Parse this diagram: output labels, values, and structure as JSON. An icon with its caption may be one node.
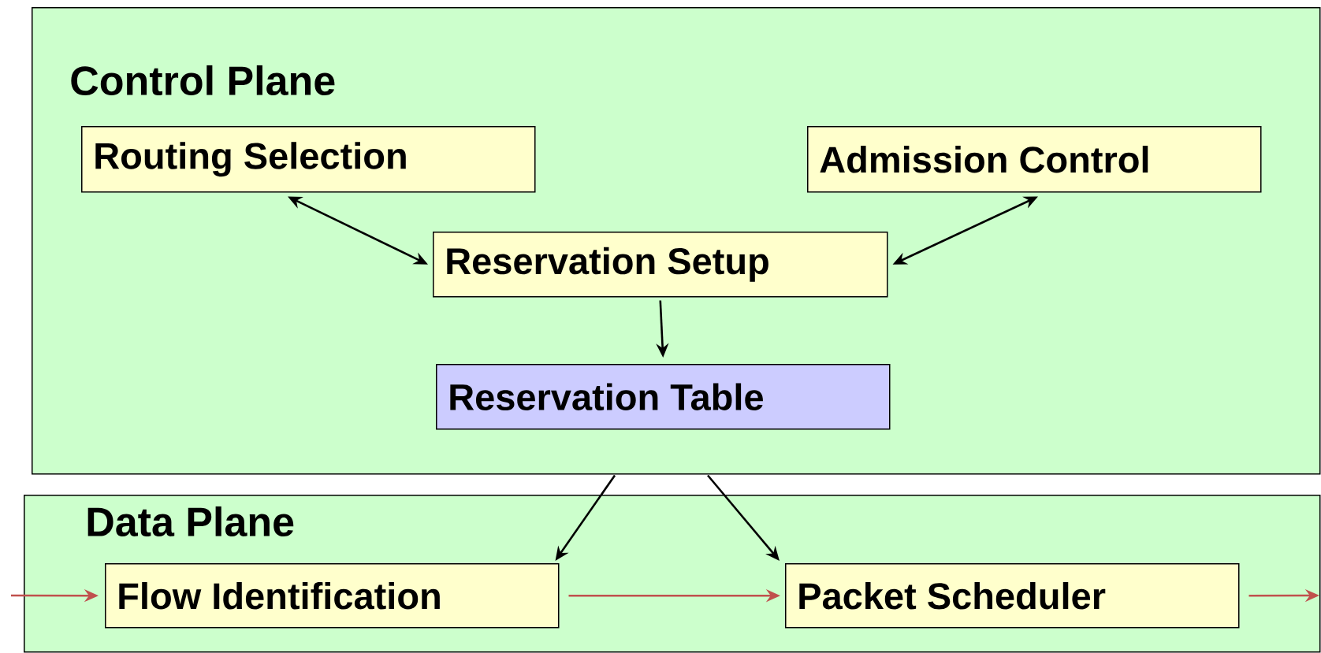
{
  "diagram": {
    "nodes": [
      {
        "text": [
          "Control Plane"
        ]
      },
      {
        "text": [
          "Routing Selection"
        ],
        "in": 0
      },
      {
        "text": [
          "Admission Control"
        ],
        "in": 0
      },
      {
        "text": [
          "Reservation Setup"
        ],
        "in": 0
      },
      {
        "text": [
          "Reservation Table"
        ],
        "in": 0
      },
      {
        "text": [
          "Data Plane"
        ]
      },
      {
        "text": [
          "Flow Identification"
        ],
        "in": 5
      },
      {
        "text": [
          "Packet Scheduler"
        ],
        "in": 5
      }
    ],
    "edges": [
      {
        "from": 1,
        "to": 3,
        "arrow": "both"
      },
      {
        "from": 2,
        "to": 3,
        "arrow": "both"
      },
      {
        "from": 3,
        "to": 4,
        "arrow": "to"
      },
      {
        "from": 0,
        "to": 6,
        "arrow": "to"
      },
      {
        "from": 0,
        "to": 7,
        "arrow": "to"
      },
      {
        "from": null,
        "to": 6,
        "arrow": "to",
        "color": "#c0504d"
      },
      {
        "from": 6,
        "to": 7,
        "arrow": "to",
        "color": "#c0504d"
      },
      {
        "from": 7,
        "to": null,
        "arrow": "to",
        "color": "#c0504d"
      }
    ]
  }
}
